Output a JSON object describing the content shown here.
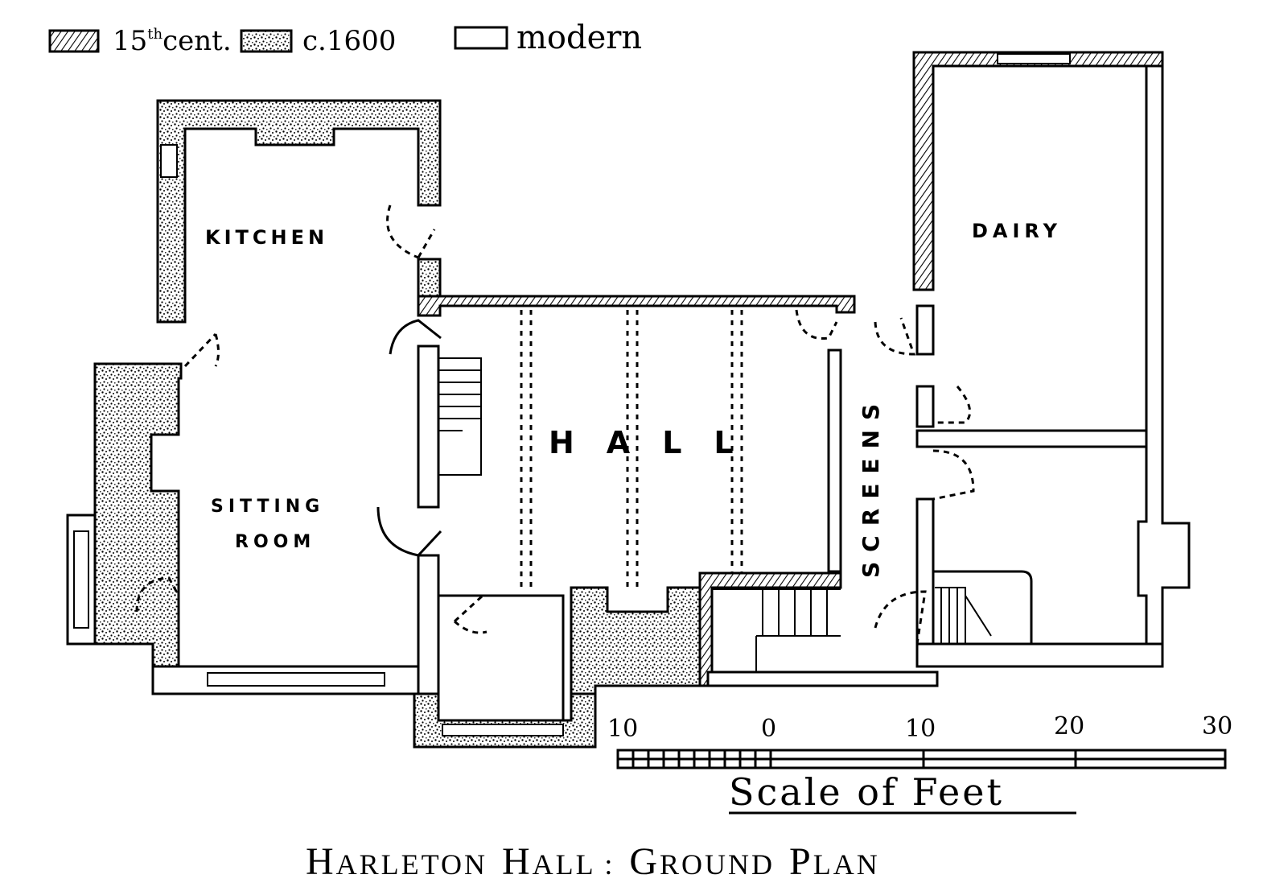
{
  "legend": {
    "items": [
      {
        "key": "15th",
        "label_main": "15",
        "label_sup": "th",
        "label_tail": "cent.",
        "pattern": "hatch"
      },
      {
        "key": "c1600",
        "label": "c.1600",
        "pattern": "stipple"
      },
      {
        "key": "modern",
        "label": "modern",
        "pattern": "plain"
      }
    ]
  },
  "rooms": {
    "kitchen": "KITCHEN",
    "dairy": "DAIRY",
    "hall": "HALL",
    "sitting_line1": "SITTING",
    "sitting_line2": "ROOM",
    "screens": "SCREENS"
  },
  "scale": {
    "ticks": [
      "10",
      "0",
      "10",
      "20",
      "30"
    ],
    "caption": "Scale of Feet"
  },
  "title": {
    "word1_cap": "H",
    "word1_rest": "ARLETON",
    "word2_cap": "H",
    "word2_rest": "ALL :",
    "word3_cap": "G",
    "word3_rest": "ROUND",
    "word4_cap": "P",
    "word4_rest": "LAN"
  },
  "colors": {
    "ink": "#000000",
    "paper": "#ffffff"
  }
}
